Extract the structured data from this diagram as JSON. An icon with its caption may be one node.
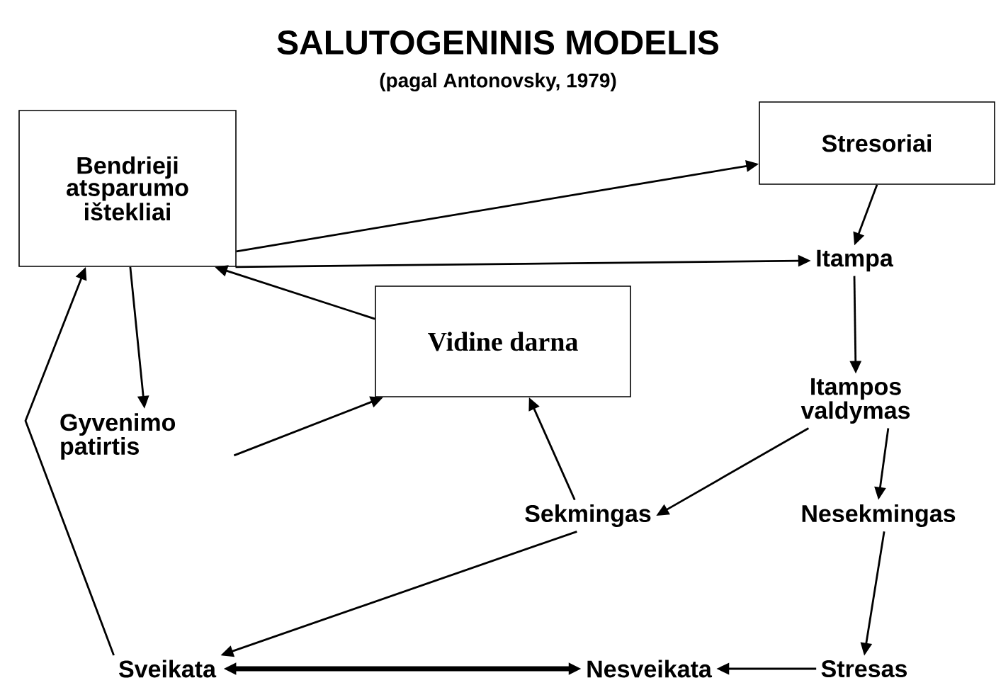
{
  "diagram": {
    "title": "SALUTOGENINIS  MODELIS",
    "nodes": [
      {
        "text": [
          "Bendrieji atsparumo ištekliai"
        ]
      },
      {
        "text": [
          "Stresoriai"
        ]
      },
      {
        "text": [
          "Itampa"
        ]
      },
      {
        "text": [
          "Vidine darna"
        ]
      },
      {
        "text": [
          "Gyvenimo patirtis"
        ]
      },
      {
        "text": [
          "Itampos valdymas"
        ]
      },
      {
        "text": [
          "Sekmingas"
        ]
      },
      {
        "text": [
          "Nesekmingas"
        ]
      },
      {
        "text": [
          "Sveikata"
        ]
      },
      {
        "text": [
          "Nesveikata"
        ]
      },
      {
        "text": [
          "Stresas"
        ]
      }
    ],
    "edges": [
      {
        "from": 0,
        "to": 1,
        "arrow": "to"
      },
      {
        "from": 0,
        "to": 2,
        "arrow": "to"
      },
      {
        "from": 3,
        "to": 0,
        "arrow": "to"
      },
      {
        "from": 0,
        "to": 4,
        "arrow": "to"
      },
      {
        "from": 1,
        "to": 2,
        "arrow": "to"
      },
      {
        "from": 2,
        "to": 5,
        "arrow": "to"
      },
      {
        "from": 4,
        "to": 3,
        "arrow": "to"
      },
      {
        "from": 6,
        "to": 3,
        "arrow": "to"
      },
      {
        "from": 5,
        "to": 6,
        "arrow": "to"
      },
      {
        "from": 5,
        "to": 7,
        "arrow": "to"
      },
      {
        "from": 7,
        "to": 10,
        "arrow": "to"
      },
      {
        "from": 10,
        "to": 9,
        "arrow": "to"
      },
      {
        "from": 6,
        "to": 8,
        "arrow": "to"
      },
      {
        "from": 8,
        "to": 9,
        "arrow": "both",
        "style": "thick"
      },
      {
        "from": 8,
        "to": 0,
        "arrow": "to"
      }
    ],
    "labels": [
      "(pagal Antonovsky, 1979)"
    ]
  }
}
